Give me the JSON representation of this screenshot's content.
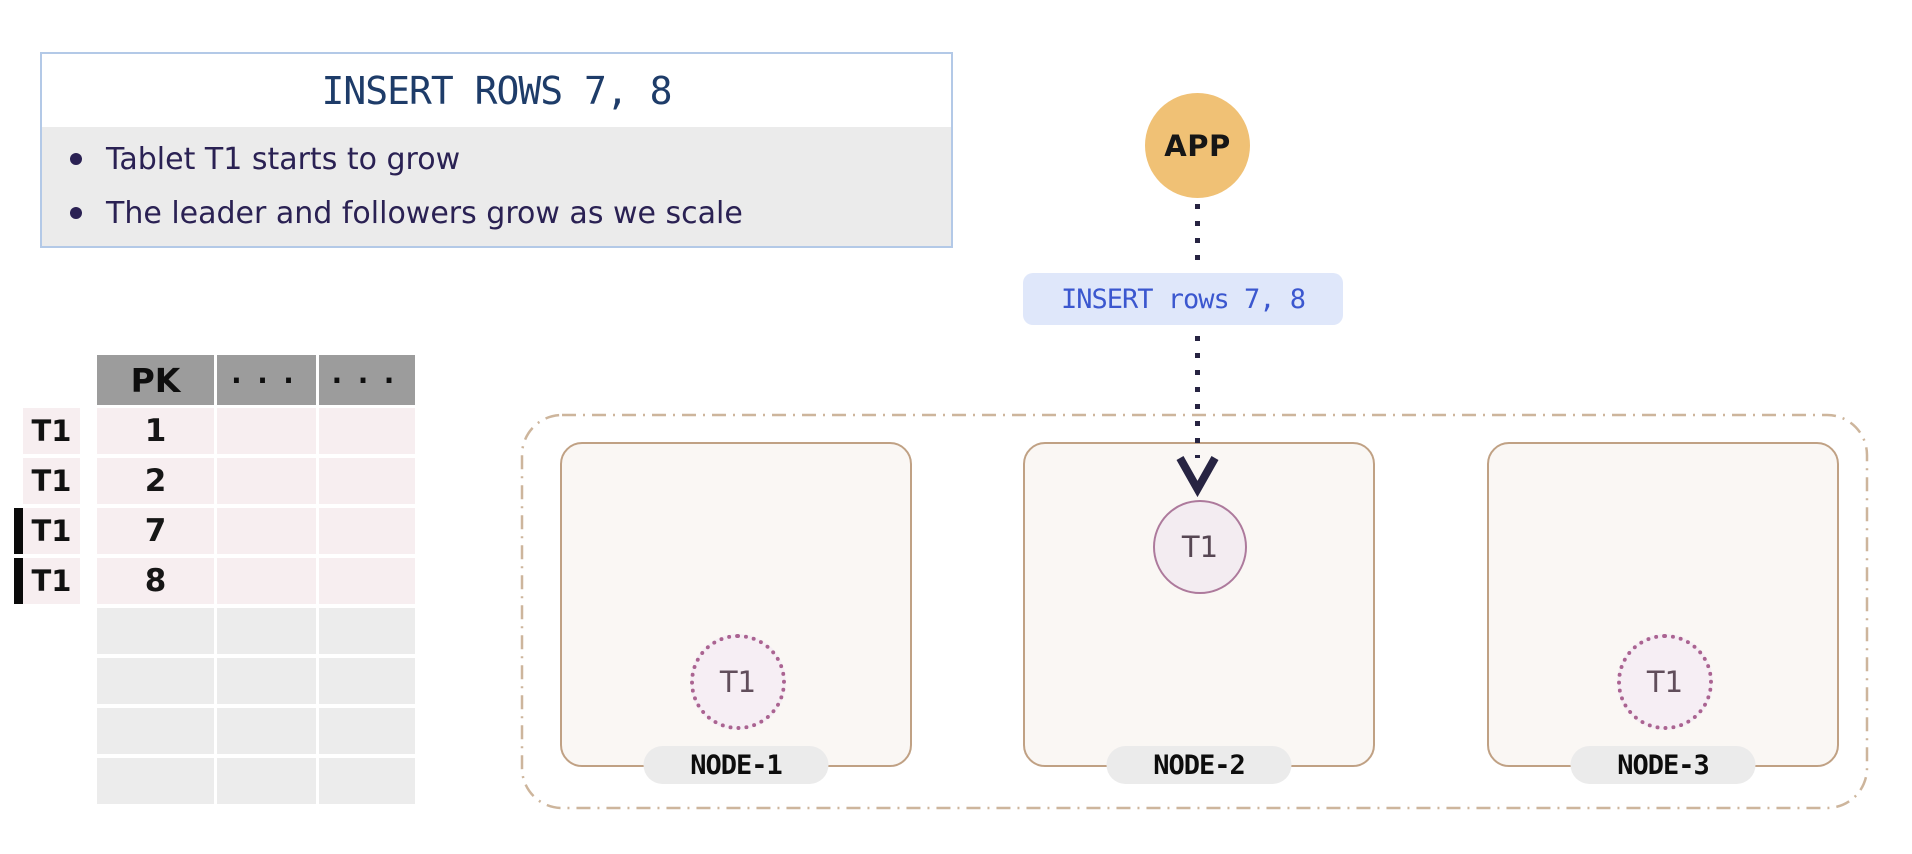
{
  "info_box": {
    "title": "INSERT ROWS 7, 8",
    "bullets": [
      "Tablet T1 starts to grow",
      "The leader and followers grow as we scale"
    ]
  },
  "table": {
    "headers": [
      "PK",
      "...",
      "..."
    ],
    "rows": [
      {
        "tablet": "T1",
        "pk": "1",
        "inserted": false
      },
      {
        "tablet": "T1",
        "pk": "2",
        "inserted": false
      },
      {
        "tablet": "T1",
        "pk": "7",
        "inserted": true
      },
      {
        "tablet": "T1",
        "pk": "8",
        "inserted": true
      },
      {
        "tablet": "",
        "pk": "",
        "inserted": false
      },
      {
        "tablet": "",
        "pk": "",
        "inserted": false
      },
      {
        "tablet": "",
        "pk": "",
        "inserted": false
      },
      {
        "tablet": "",
        "pk": "",
        "inserted": false
      }
    ]
  },
  "app": {
    "label": "APP"
  },
  "query": {
    "label": "INSERT rows 7, 8"
  },
  "cluster": {
    "nodes": [
      {
        "name": "NODE-1",
        "tablet": "T1",
        "role": "follower"
      },
      {
        "name": "NODE-2",
        "tablet": "T1",
        "role": "leader"
      },
      {
        "name": "NODE-3",
        "tablet": "T1",
        "role": "follower"
      }
    ]
  },
  "colors": {
    "title_text": "#1e3c69",
    "info_border": "#b3c9e7",
    "bullets_bg": "#ebebeb",
    "bullet_text": "#2a2153",
    "table_header_bg": "#9c9c9c",
    "row_pink": "#f7eef0",
    "row_gray": "#ececec",
    "insert_marker": "#0a0a0a",
    "app_fill": "#f0c175",
    "query_bg": "#dfe7fa",
    "query_text": "#3b57cf",
    "cluster_border": "#cdb59c",
    "node_border": "#c0a184",
    "node_fill": "#faf7f4",
    "pill_bg": "#ebebeb",
    "leader_border": "#ad7a9c",
    "follower_dots": "#aa6391",
    "tablet_fill": "#f3ecf1",
    "arrow": "#272442"
  }
}
